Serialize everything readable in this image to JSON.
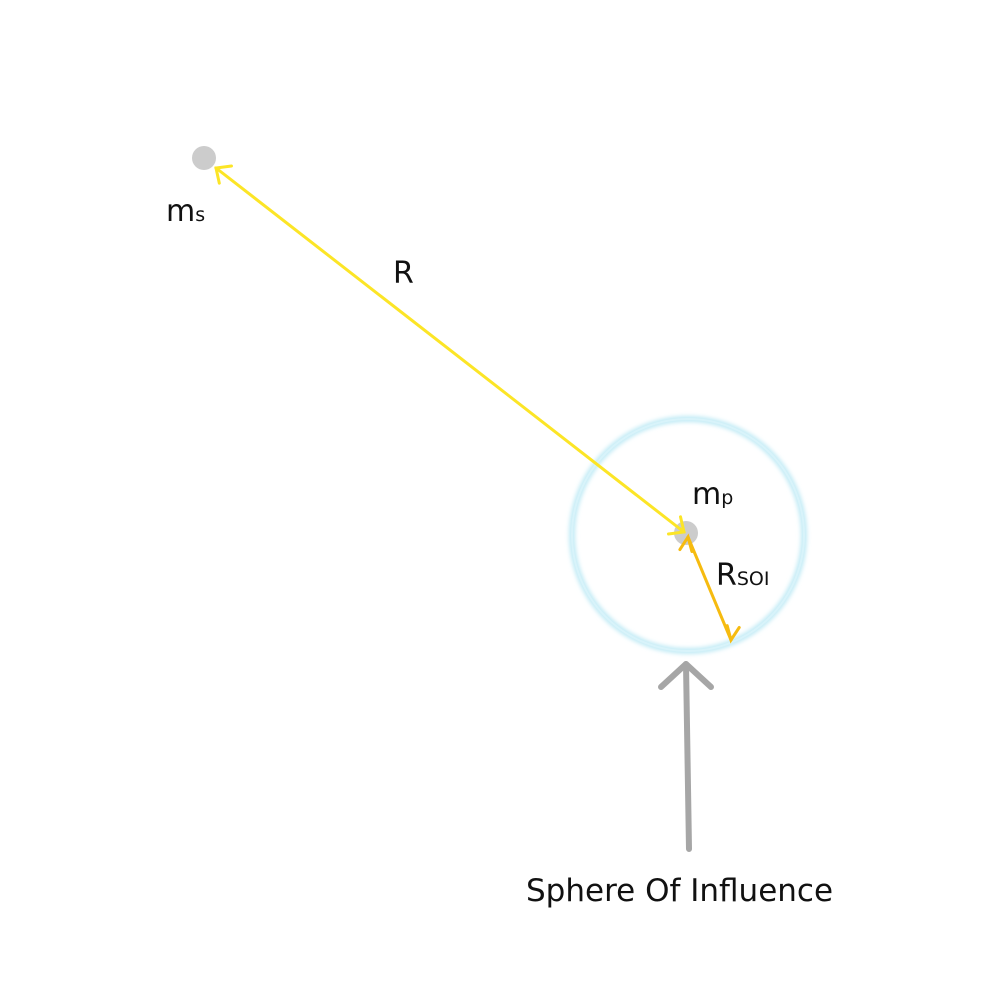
{
  "labels": {
    "star_mass": {
      "main": "m",
      "sub": "s"
    },
    "distance": "R",
    "planet_mass": {
      "main": "m",
      "sub": "p"
    },
    "soi_radius": {
      "main": "R",
      "sub": "SOI"
    },
    "caption": "Sphere Of Influence"
  },
  "colors": {
    "distance_line": "#fce526",
    "soi_radius_line": "#f6bb10",
    "sphere_outline": "#bfeaf5",
    "body_dot": "#cccccc",
    "pointer_arrow": "#a6a6a6",
    "text": "#111111"
  }
}
